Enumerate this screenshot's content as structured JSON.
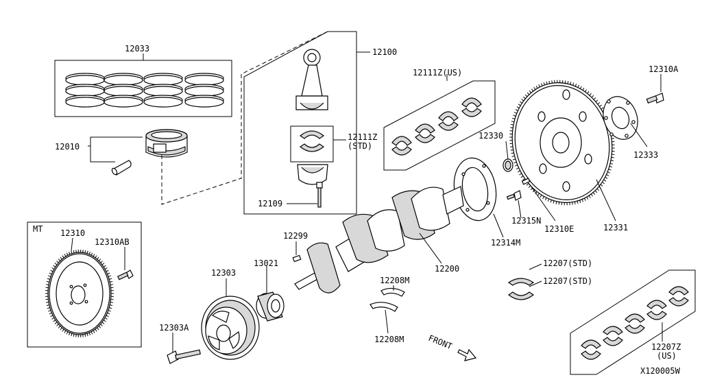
{
  "diagram_id": "X120005W",
  "front_label": "FRONT",
  "parts": {
    "piston_ring_set": "12033",
    "piston_pin_group": "12010",
    "connecting_rod": "12100",
    "con_rod_bearing_us": "12111Z(US)",
    "con_rod_bearing_std_code": "12111Z",
    "con_rod_bearing_std_tag": "(STD)",
    "con_rod_bolt": "12109",
    "flywheel_bolt": "12310A",
    "oil_seal": "12330",
    "flywheel_plate": "12333",
    "drive_plate": "12331",
    "dowel": "12310E",
    "plate_bolt": "12315N",
    "reinforcement": "12314M",
    "key": "12299",
    "crankshaft": "12200",
    "pulley": "12303",
    "sprocket": "13021",
    "thrust_bearing_upper": "12208M",
    "thrust_bearing_lower": "12208M",
    "main_bearing_std_1": "12207(STD)",
    "main_bearing_std_2": "12207(STD)",
    "main_bearing_us_code": "12207Z",
    "main_bearing_us_tag": "(US)",
    "pulley_bolt": "12303A",
    "mt_label": "MT",
    "mt_flywheel": "12310",
    "mt_flywheel_bolt": "12310AB"
  }
}
